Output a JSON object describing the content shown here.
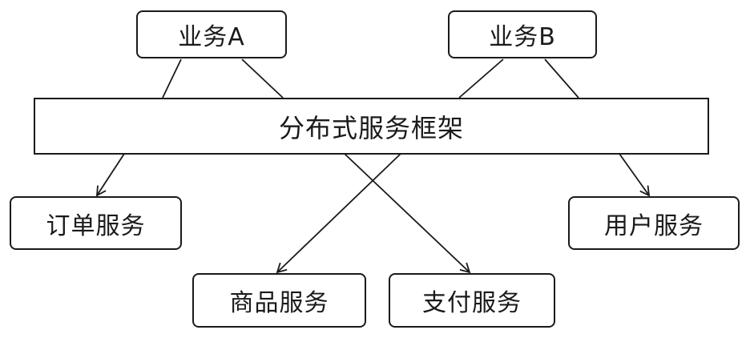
{
  "business": {
    "a": "业务A",
    "b": "业务B"
  },
  "framework": {
    "label": "分布式服务框架"
  },
  "services": {
    "order": "订单服务",
    "product": "商品服务",
    "payment": "支付服务",
    "user": "用户服务"
  },
  "colors": {
    "stroke": "#1a1a1a",
    "fill": "#ffffff"
  }
}
